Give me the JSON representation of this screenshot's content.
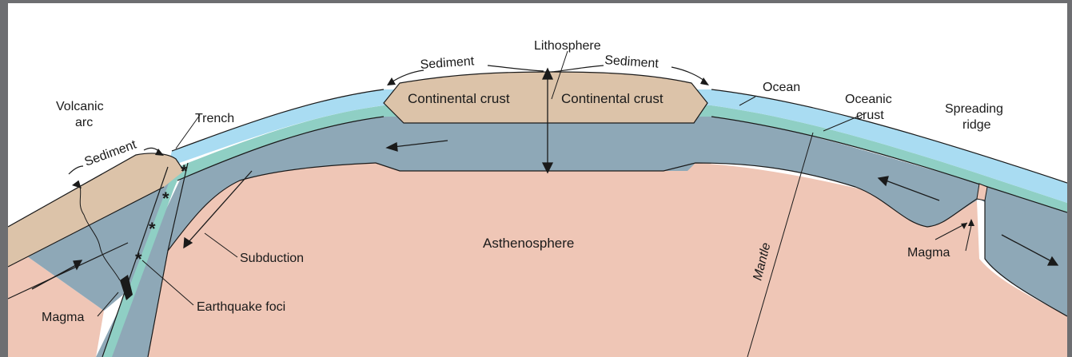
{
  "diagram": {
    "labels": {
      "lithosphere": "Lithosphere",
      "sediment_left": "Sediment",
      "sediment_right": "Sediment",
      "sediment_arc": "Sediment",
      "continental_crust_left": "Continental crust",
      "continental_crust_right": "Continental crust",
      "ocean": "Ocean",
      "oceanic_crust_line1": "Oceanic",
      "oceanic_crust_line2": "crust",
      "spreading_ridge_line1": "Spreading",
      "spreading_ridge_line2": "ridge",
      "volcanic_arc_line1": "Volcanic",
      "volcanic_arc_line2": "arc",
      "trench": "Trench",
      "asthenosphere": "Asthenosphere",
      "mantle": "Mantle",
      "subduction": "Subduction",
      "earthquake_foci": "Earthquake foci",
      "magma_left": "Magma",
      "magma_right": "Magma"
    },
    "colors": {
      "ocean": "#a9dcf2",
      "oceanic_crust": "#8fcfc4",
      "lithosphere": "#8ea8b7",
      "continental_crust": "#dcc3a9",
      "asthenosphere": "#efc6b6",
      "magma": "#1a1a1a",
      "background": "#ffffff",
      "frame": "#6d6e71"
    }
  }
}
